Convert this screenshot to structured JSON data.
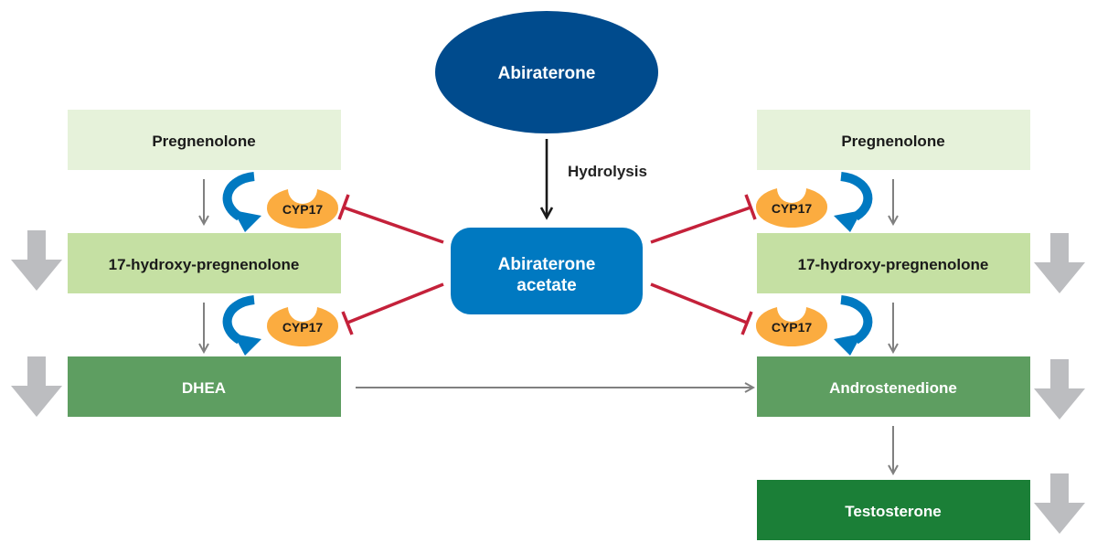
{
  "colors": {
    "light_green": "#e6f2da",
    "mid_green": "#c5e0a3",
    "green": "#5e9e61",
    "dark_green": "#1b7f37",
    "navy": "#004b8d",
    "blue": "#0079c1",
    "orange": "#fbac40",
    "red": "#c4213a",
    "gray_arrow": "#808080",
    "big_gray": "#bcbdc0"
  },
  "drug": {
    "abiraterone": "Abiraterone",
    "hydrolysis": "Hydrolysis",
    "acetate_line1": "Abiraterone",
    "acetate_line2": "acetate"
  },
  "left": {
    "pregnenolone": "Pregnenolone",
    "hydroxy": "17-hydroxy-pregnenolone",
    "dhea": "DHEA",
    "enzyme1": "CYP17",
    "enzyme2": "CYP17"
  },
  "right": {
    "pregnenolone": "Pregnenolone",
    "hydroxy": "17-hydroxy-pregnenolone",
    "androstenedione": "Androstenedione",
    "testosterone": "Testosterone",
    "enzyme1": "CYP17",
    "enzyme2": "CYP17"
  }
}
